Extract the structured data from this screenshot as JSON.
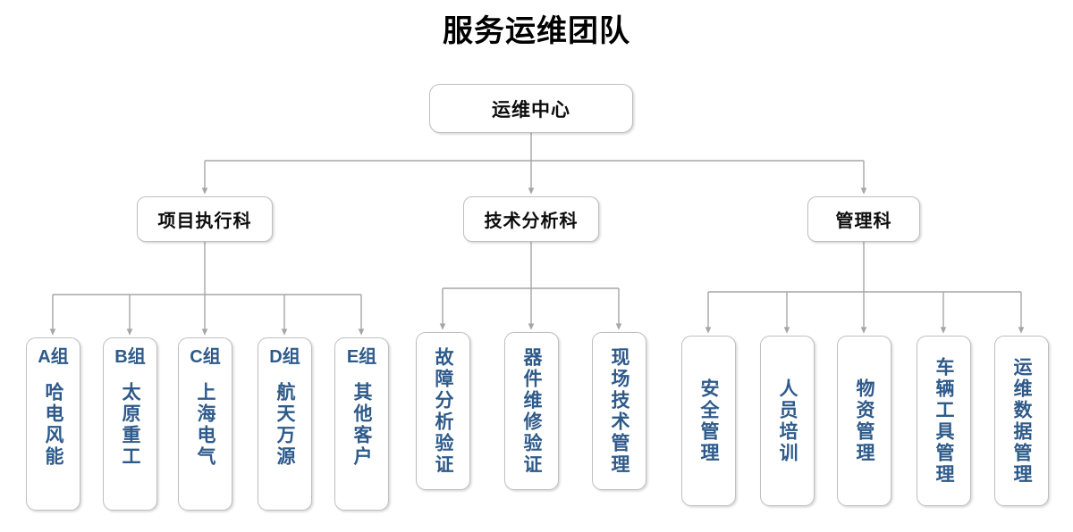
{
  "title": "服务运维团队",
  "accent_color": "#2e5a8a",
  "box_border_color": "#bfbfbf",
  "connector_color": "#a6a6a6",
  "root": {
    "label": "运维中心"
  },
  "divisions": [
    {
      "label": "项目执行科"
    },
    {
      "label": "技术分析科"
    },
    {
      "label": "管理科"
    }
  ],
  "teams": [
    {
      "code": "A组",
      "name": "哈电风能"
    },
    {
      "code": "B组",
      "name": "太原重工"
    },
    {
      "code": "C组",
      "name": "上海电气"
    },
    {
      "code": "D组",
      "name": "航天万源"
    },
    {
      "code": "E组",
      "name": "其他客户"
    }
  ],
  "tech_units": [
    {
      "name": "故障分析验证"
    },
    {
      "name": "器件维修验证"
    },
    {
      "name": "现场技术管理"
    }
  ],
  "mgmt_units": [
    {
      "name": "安全管理"
    },
    {
      "name": "人员培训"
    },
    {
      "name": "物资管理"
    },
    {
      "name": "车辆工具管理"
    },
    {
      "name": "运维数据管理"
    }
  ]
}
